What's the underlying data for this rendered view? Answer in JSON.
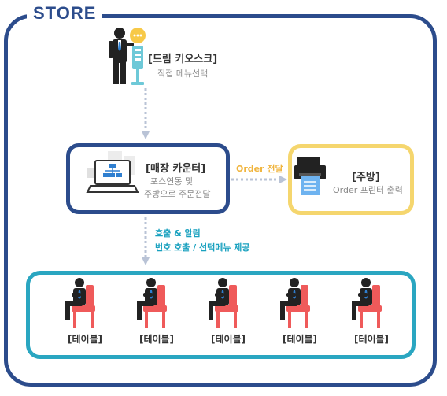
{
  "store": {
    "title": "STORE"
  },
  "kiosk": {
    "title": "[드림 키오스크]",
    "subtitle": "직접 메뉴선택"
  },
  "counter": {
    "title": "[매장 카운터]",
    "subtitle_line1": "포스연동 및",
    "subtitle_line2": "주방으로 주문전달"
  },
  "flow_order": {
    "label": "Order 전달"
  },
  "kitchen": {
    "title": "[주방]",
    "subtitle": "Order 프린터 출력"
  },
  "flow_notify": {
    "line1": "호출 & 알림",
    "line2": "번호 호출 / 선택메뉴 제공"
  },
  "tables": [
    {
      "label": "[테이블]"
    },
    {
      "label": "[테이블]"
    },
    {
      "label": "[테이블]"
    },
    {
      "label": "[테이블]"
    },
    {
      "label": "[테이블]"
    }
  ],
  "colors": {
    "frame": "#2c4c8c",
    "kitchen_border": "#f5d66e",
    "tables_border": "#2aa6c1",
    "order_text": "#f0b43c",
    "notify_text": "#19a1bf",
    "chair": "#ef5a5a",
    "tie": "#2f7fd0",
    "arrow": "#b9c3d6"
  }
}
